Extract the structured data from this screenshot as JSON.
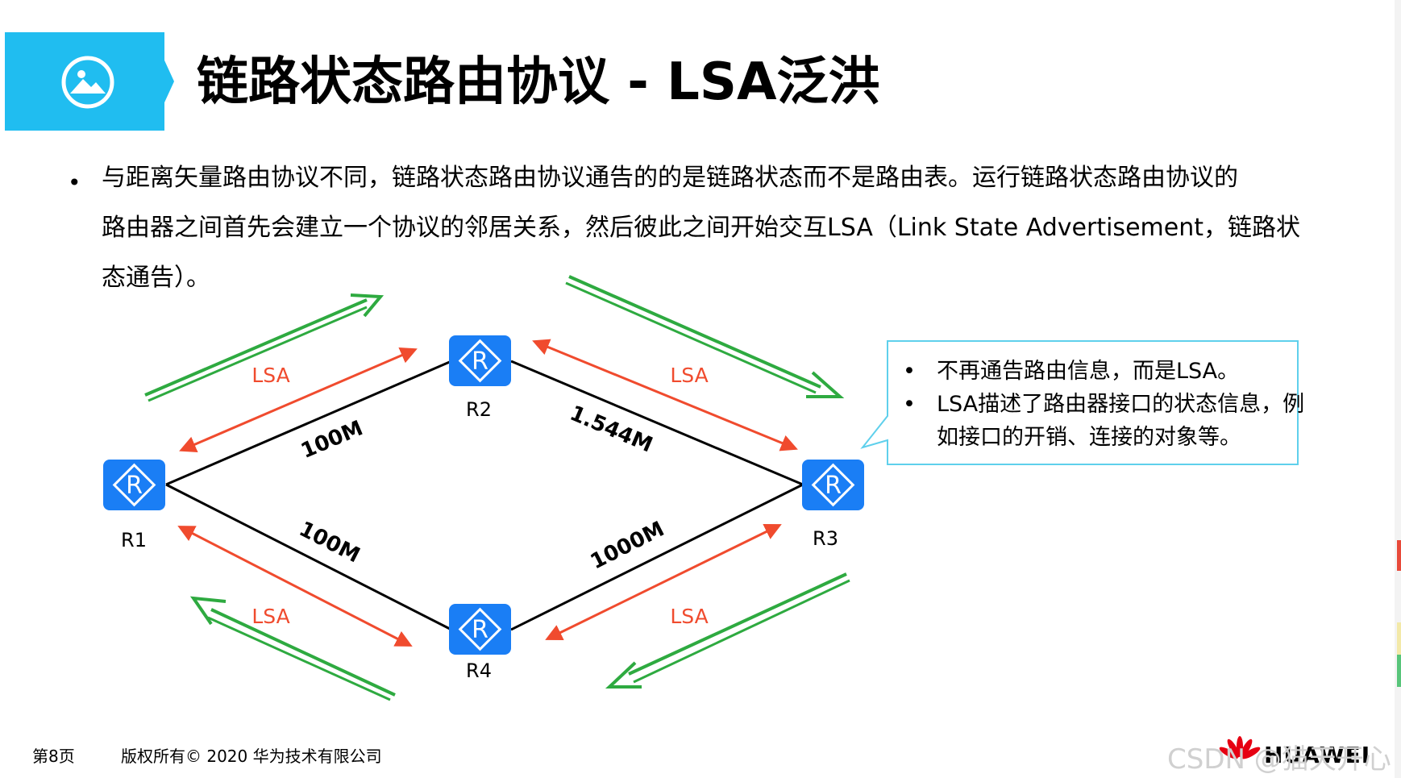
{
  "title": "链路状态路由协议 - LSA泛洪",
  "body": {
    "lines": [
      "与距离矢量路由协议不同，链路状态路由协议通告的的是链路状态而不是路由表。运行链路状态路由协议的",
      "路由器之间首先会建立一个协议的邻居关系，然后彼此之间开始交互LSA（Link State Advertisement，链路状",
      "态通告）。"
    ]
  },
  "diagram": {
    "routers": [
      {
        "id": "R1",
        "label": "R1"
      },
      {
        "id": "R2",
        "label": "R2"
      },
      {
        "id": "R3",
        "label": "R3"
      },
      {
        "id": "R4",
        "label": "R4"
      }
    ],
    "router_glyph": "R",
    "links": [
      {
        "from": "R1",
        "to": "R2",
        "bandwidth": "100M"
      },
      {
        "from": "R2",
        "to": "R3",
        "bandwidth": "1.544M"
      },
      {
        "from": "R1",
        "to": "R4",
        "bandwidth": "100M"
      },
      {
        "from": "R4",
        "to": "R3",
        "bandwidth": "1000M"
      }
    ],
    "lsa_label": "LSA",
    "lsa_labels": [
      "LSA",
      "LSA",
      "LSA",
      "LSA"
    ],
    "colors": {
      "router": "#1a7ef5",
      "link": "#000000",
      "lsa_arrow": "#f04b2e",
      "flood_arrow": "#2eaa40",
      "callout_border": "#5fd0ec",
      "callout_fill": "#ffffff"
    }
  },
  "callout": {
    "items": [
      "不再通告路由信息，而是LSA。",
      "LSA描述了路由器接口的状态信息，例如接口的开销、连接的对象等。"
    ]
  },
  "footer": {
    "page": "第8页",
    "copyright": "版权所有© 2020 华为技术有限公司",
    "brand": "HUAWEI",
    "watermark": "CSDN @猫天开心"
  },
  "colors": {
    "header_band": "#20bdf0"
  }
}
